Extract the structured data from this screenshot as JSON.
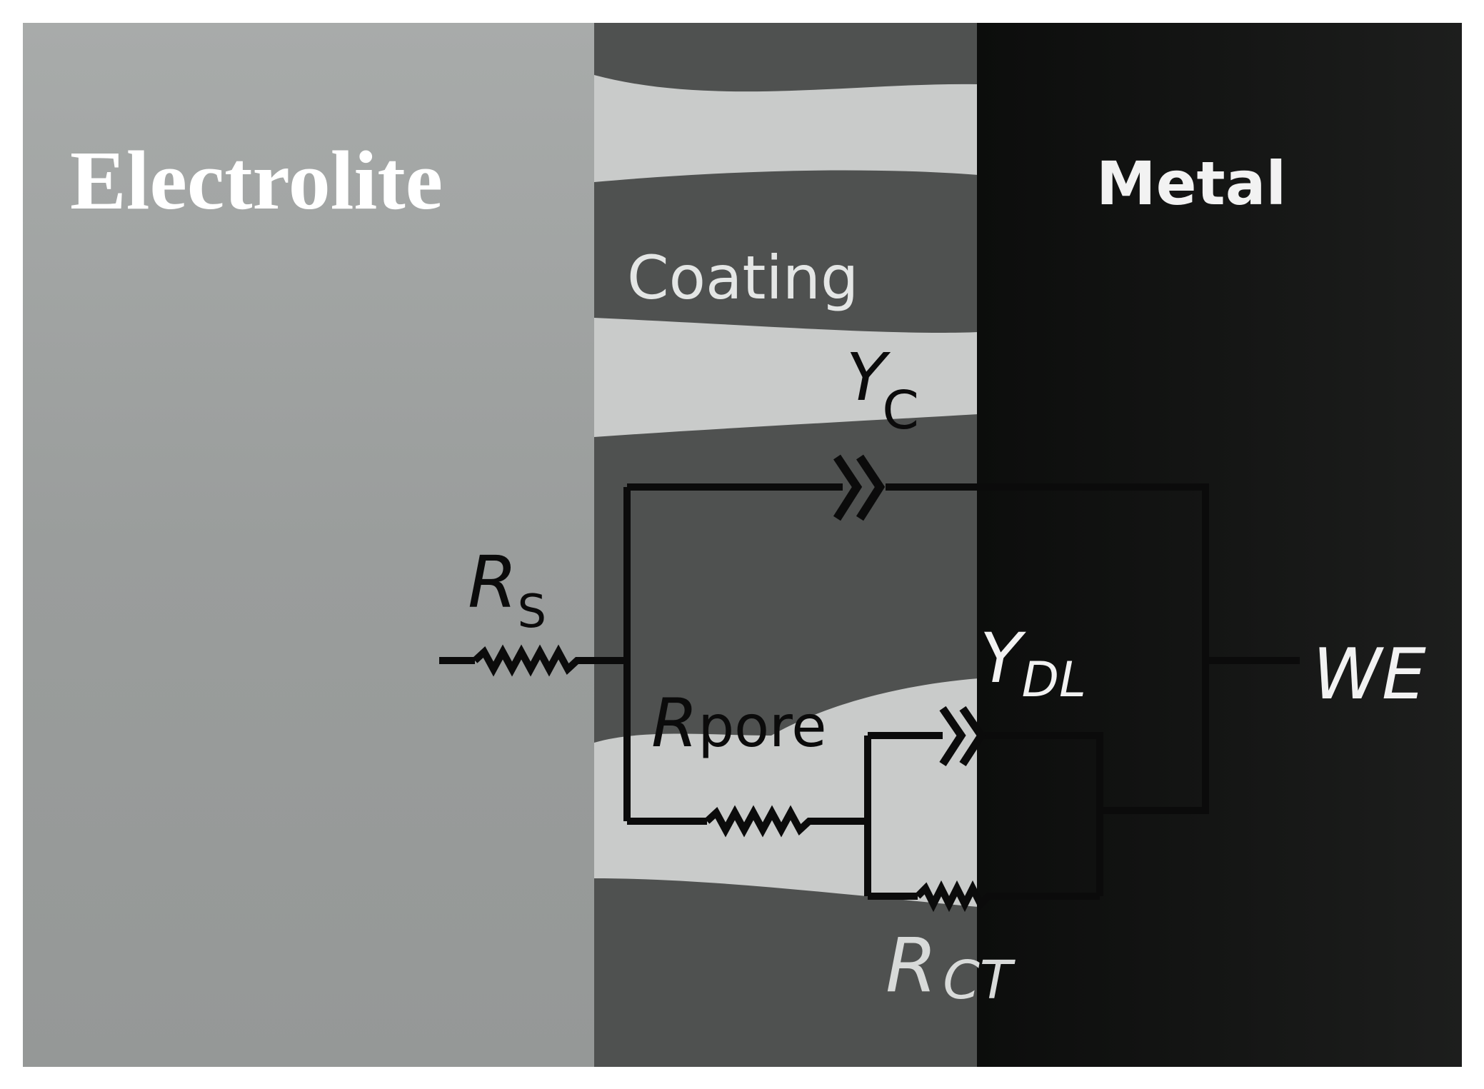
{
  "regions": {
    "electrolyte_label": "Electrolite",
    "coating_label": "Coating",
    "metal_label": "Metal"
  },
  "circuit": {
    "rs": {
      "main": "R",
      "sub": "S"
    },
    "yc": {
      "main": "Y",
      "sub": "C"
    },
    "rpore": {
      "main": "R",
      "rest": "pore"
    },
    "ydl": {
      "main": "Y",
      "sub": "DL"
    },
    "rct": {
      "main": "R",
      "sub": "CT"
    },
    "we": "WE"
  },
  "colors": {
    "electrolyte": "#9a9d9c",
    "coating_dark": "#4f5150",
    "coating_light": "#c9cbca",
    "metal": "#111211",
    "wire": "#0b0b0b",
    "label_light": "#f2f2f2"
  }
}
